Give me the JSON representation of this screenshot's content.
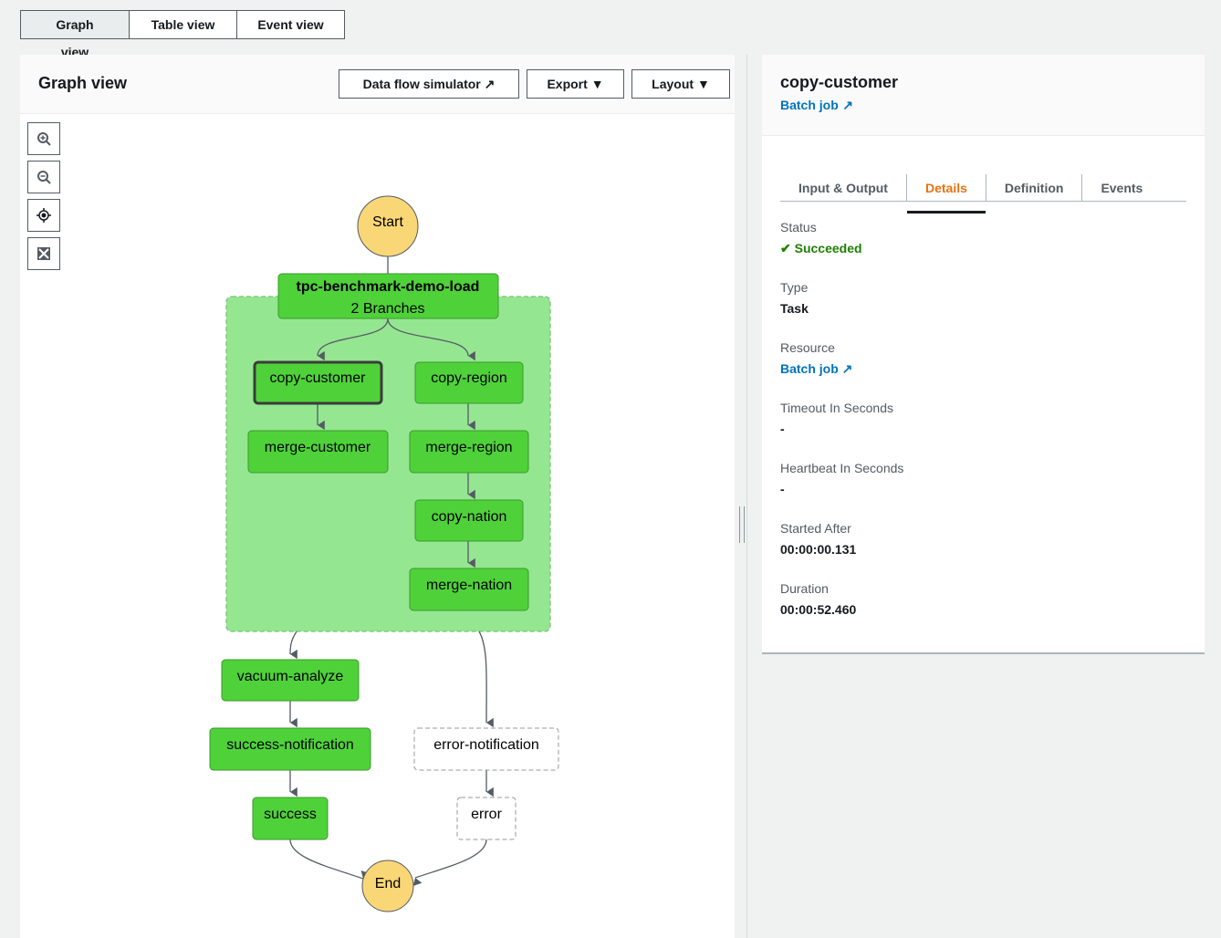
{
  "view_tabs": [
    "Graph view",
    "Table view",
    "Event view"
  ],
  "graph_panel": {
    "title": "Graph view",
    "buttons": {
      "simulator": "Data flow simulator",
      "export": "Export",
      "layout": "Layout"
    },
    "zoom_controls": [
      "zoom-in-icon",
      "zoom-out-icon",
      "center-icon",
      "fit-icon"
    ]
  },
  "graph": {
    "start": "Start",
    "end": "End",
    "parallel": {
      "name": "tpc-benchmark-demo-load",
      "sub": "2 Branches"
    },
    "nodes": {
      "copy_customer": "copy-customer",
      "copy_region": "copy-region",
      "merge_customer": "merge-customer",
      "merge_region": "merge-region",
      "copy_nation": "copy-nation",
      "merge_nation": "merge-nation",
      "vacuum_analyze": "vacuum-analyze",
      "success_notification": "success-notification",
      "error_notification": "error-notification",
      "success": "success",
      "error": "error"
    },
    "colors": {
      "succeeded": "#4fd13a",
      "group": "#95e691",
      "not_run": "#ffffff",
      "start_end": "#fad776"
    }
  },
  "details_panel": {
    "title": "copy-customer",
    "subtitle_link": "Batch job",
    "tabs": [
      "Input & Output",
      "Details",
      "Definition",
      "Events"
    ],
    "active_tab": "Details",
    "fields": [
      {
        "label": "Status",
        "value": "Succeeded"
      },
      {
        "label": "Type",
        "value": "Task"
      },
      {
        "label": "Resource",
        "value": "Batch job"
      },
      {
        "label": "Timeout In Seconds",
        "value": "-"
      },
      {
        "label": "Heartbeat In Seconds",
        "value": "-"
      },
      {
        "label": "Started After",
        "value": "00:00:00.131"
      },
      {
        "label": "Duration",
        "value": "00:00:52.460"
      }
    ]
  }
}
